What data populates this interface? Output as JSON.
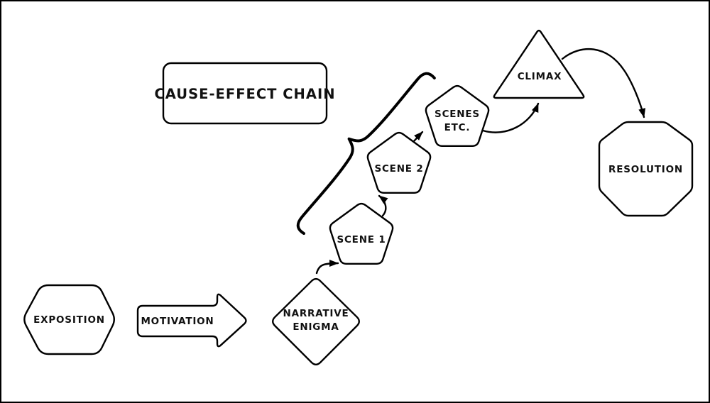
{
  "diagram": {
    "title_box": {
      "label": "CAUSE-EFFECT CHAIN"
    },
    "nodes": {
      "exposition": {
        "label": "EXPOSITION",
        "shape": "hexagon"
      },
      "motivation": {
        "label": "MOTIVATION",
        "shape": "arrow-right"
      },
      "narrative_enigma": {
        "line1": "NARRATIVE",
        "line2": "ENIGMA",
        "shape": "diamond",
        "shaded": true
      },
      "scene1": {
        "label": "SCENE 1",
        "shape": "pentagon"
      },
      "scene2": {
        "label": "SCENE 2",
        "shape": "pentagon"
      },
      "scenes_etc": {
        "line1": "SCENES",
        "line2": "ETC.",
        "shape": "pentagon"
      },
      "climax": {
        "label": "CLIMAX",
        "shape": "triangle"
      },
      "resolution": {
        "label": "RESOLUTION",
        "shape": "octagon",
        "shaded": true
      }
    },
    "edges": [
      {
        "from": "narrative_enigma",
        "to": "scene1"
      },
      {
        "from": "scene1",
        "to": "scene2"
      },
      {
        "from": "scene2",
        "to": "scenes_etc"
      },
      {
        "from": "scenes_etc",
        "to": "climax"
      },
      {
        "from": "climax",
        "to": "resolution"
      }
    ],
    "brace_groups": [
      "scene1",
      "scene2",
      "scenes_etc",
      "climax"
    ],
    "colors": {
      "stroke": "#000000",
      "node_fill": "#ffffff",
      "shaded_fill": "#d9d9d9",
      "background": "#ffffff"
    }
  }
}
